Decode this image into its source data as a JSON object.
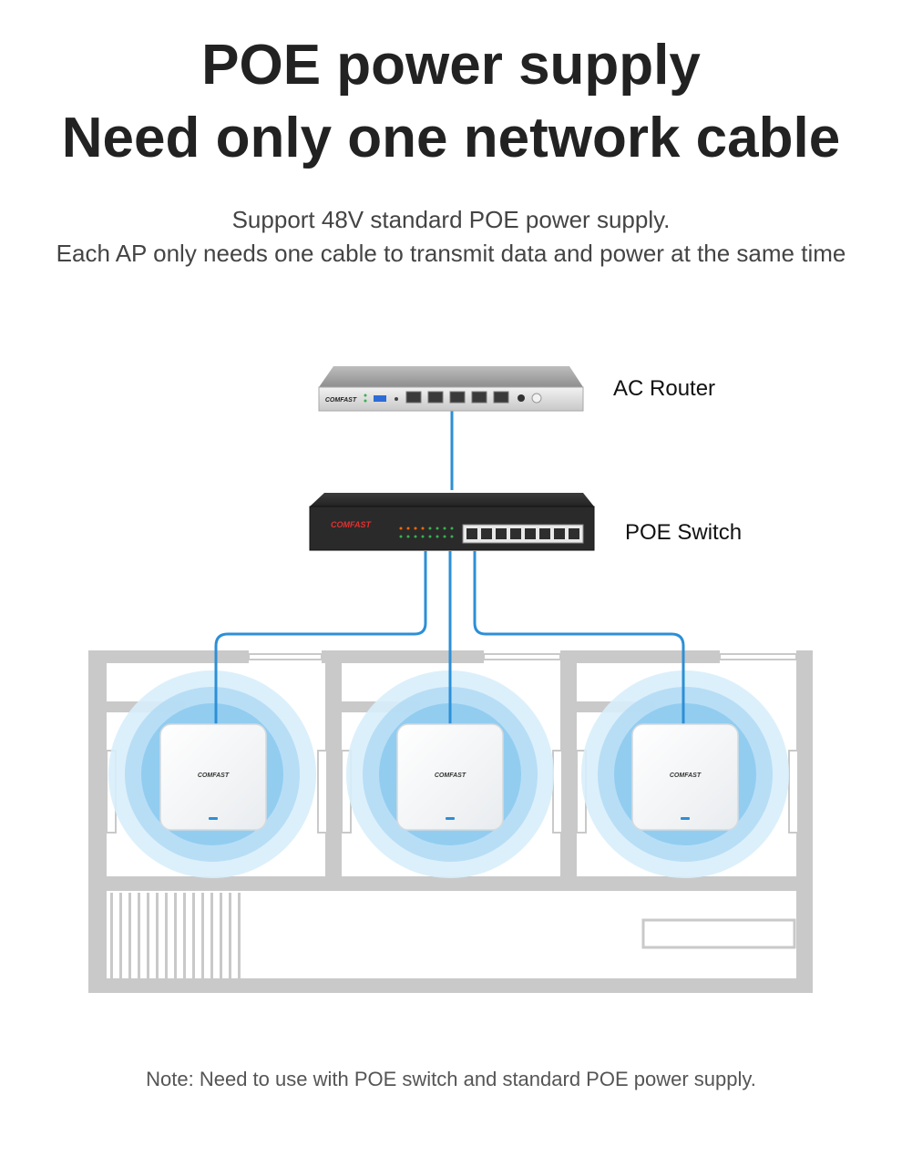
{
  "header": {
    "title_line1": "POE power supply",
    "title_line2": "Need only one network cable",
    "subtitle_line1": "Support 48V standard POE power supply.",
    "subtitle_line2": "Each AP only needs one cable to transmit data and power at the same time"
  },
  "diagram": {
    "router_label": "AC Router",
    "switch_label": "POE Switch",
    "brand": "COMFAST",
    "access_point_count": 3,
    "cable_color": "#2d8fd6",
    "signal_color": "#4aa8e8",
    "floorplan_color": "#c9c9c9"
  },
  "footer": {
    "note": "Note: Need to use with POE switch and standard POE power supply."
  }
}
